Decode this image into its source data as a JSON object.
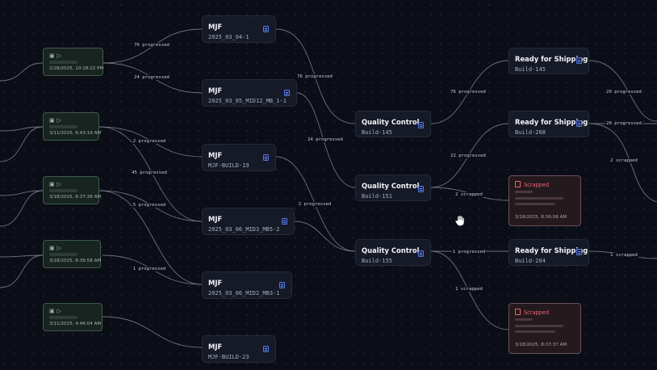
{
  "source_nodes": [
    {
      "id": "s1",
      "time": "2/28/2025, 10:18:22 PM"
    },
    {
      "id": "s2",
      "time": "3/11/2025, 6:43:19 AM"
    },
    {
      "id": "s3",
      "time": "3/18/2025, 8:37:38 AM"
    },
    {
      "id": "s4",
      "time": "3/18/2025, 8:36:58 AM"
    },
    {
      "id": "s5",
      "time": "3/11/2025, 4:46:04 AM"
    }
  ],
  "mjf_nodes": [
    {
      "id": "m1",
      "title": "MJF",
      "sub": "2025_03_04-1"
    },
    {
      "id": "m2",
      "title": "MJF",
      "sub": "2025_03_05_MID12_MB_1-1"
    },
    {
      "id": "m3",
      "title": "MJF",
      "sub": "MJF-BUILD-19"
    },
    {
      "id": "m4",
      "title": "MJF",
      "sub": "2025_03_06_MID3_MB5-2"
    },
    {
      "id": "m5",
      "title": "MJF",
      "sub": "2025_03_06_MID2_MB3-1"
    },
    {
      "id": "m6",
      "title": "MJF",
      "sub": "MJF-BUILD-23"
    }
  ],
  "qc_nodes": [
    {
      "id": "q1",
      "title": "Quality Control",
      "sub": "Build-145"
    },
    {
      "id": "q2",
      "title": "Quality Control",
      "sub": "Build-151"
    },
    {
      "id": "q3",
      "title": "Quality Control",
      "sub": "Build-155"
    }
  ],
  "ship_nodes": [
    {
      "id": "r1",
      "title": "Ready for Shipping",
      "sub": "Build-145"
    },
    {
      "id": "r2",
      "title": "Ready for Shipping",
      "sub": "Build-208"
    },
    {
      "id": "r3",
      "title": "Ready for Shipping",
      "sub": "Build-204"
    }
  ],
  "scrap_nodes": [
    {
      "id": "x1",
      "status": "Scrapped",
      "time": "3/18/2025, 8:36:08 AM"
    },
    {
      "id": "x2",
      "status": "Scrapped",
      "time": "3/18/2025, 8:37:37 AM"
    }
  ],
  "edge_labels": {
    "e1": "76 progressed",
    "e2": "24 progressed",
    "e3": "76 progressed",
    "e4": "24 progressed",
    "e5": "2 progressed",
    "e6": "45 progressed",
    "e7": "5 progressed",
    "e8": "2 progressed",
    "e9": "1 progressed",
    "e10": "76 progressed",
    "e11": "22 progressed",
    "e12": "2 scrapped",
    "e13": "1 progressed",
    "e14": "1 scrapped",
    "e15": "20 progressed",
    "e16": "20 progressed",
    "e17": "2 scrapped",
    "e18": "1 scrapped"
  },
  "colors": {
    "edge": "#7e8494",
    "doc_icon": "#5577e8",
    "scrapped": "#ee6470"
  }
}
